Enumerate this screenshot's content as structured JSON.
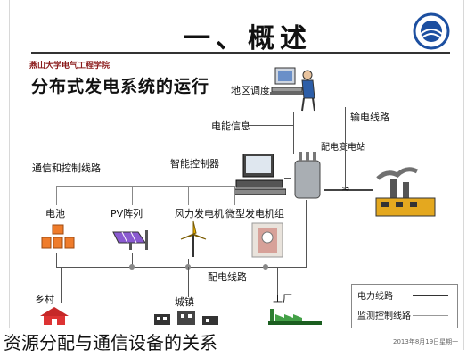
{
  "title": "一、概述",
  "subtitle": "分布式发电系统的运行",
  "school": "燕山大学电气工程学院",
  "nodes": {
    "regional_dispatch": "地区调度",
    "power_info": "电能信息",
    "substation": "配电变电站",
    "transmission": "输电线路",
    "smart_controller": "智能控制器",
    "comm_control_lines": "通信和控制线路",
    "battery": "电池",
    "pv_array": "PV阵列",
    "wind": "风力发电机",
    "micro_turbine": "微型发电机组",
    "distribution_line": "配电线路",
    "village": "乡村",
    "town": "城镇",
    "factory": "工厂"
  },
  "legend": {
    "power_line": "电力线路",
    "monitor_line": "监测控制线路"
  },
  "caption": "资源分配与通信设备的关系",
  "footer": "2013年8月19日星期一"
}
